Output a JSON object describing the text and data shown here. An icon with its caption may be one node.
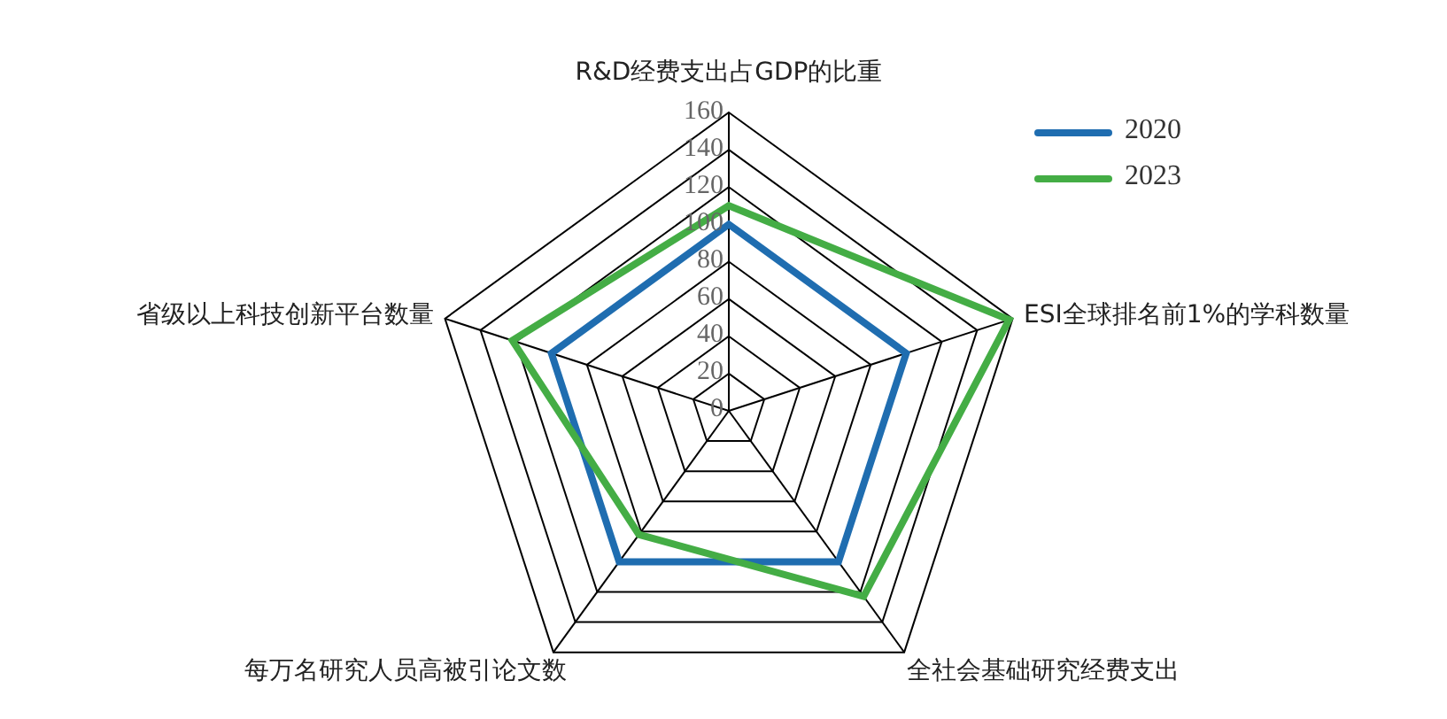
{
  "diagram": {
    "labels": [
      "R&D经费支出占GDP的比重",
      "160",
      "140",
      "120",
      "100",
      "80",
      "60",
      "40",
      "20",
      "0",
      "省级以上科技创新平台数量",
      "ESI全球排名前1%的学科数量",
      "每万名研究人员高被引论文数",
      "全社会基础研究经费支出"
    ],
    "legend": [
      {
        "text": "2020",
        "color": "#1f6db0"
      },
      {
        "text": "2023",
        "color": "#44ad45"
      }
    ]
  }
}
